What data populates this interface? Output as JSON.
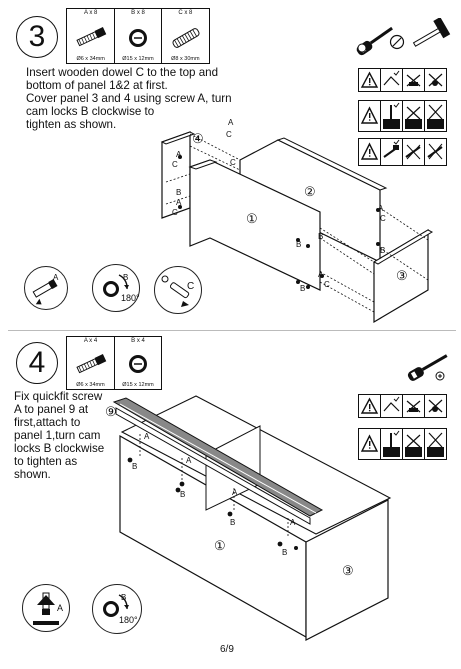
{
  "step3": {
    "number": "3",
    "parts": [
      {
        "label": "A x 8",
        "size": "Ø6 x 34mm",
        "icon": "dowel-screw-icon"
      },
      {
        "label": "B x 8",
        "size": "Ø15 x 12mm",
        "icon": "cam-lock-icon"
      },
      {
        "label": "C x 8",
        "size": "Ø8 x 30mm",
        "icon": "wooden-dowel-icon"
      }
    ],
    "instruction": "Insert wooden dowel C to the top and\nbottom of panel 1&2 at first.\nCover panel 3 and 4 using screw A, turn\ncam locks B clockwise to\ntighten as shown.",
    "panels": [
      "①",
      "②",
      "③",
      "④"
    ],
    "detail_labels": [
      "A",
      "B",
      "180°",
      "C"
    ],
    "callouts": [
      "A",
      "C",
      "C",
      "A",
      "C",
      "B",
      "A",
      "C",
      "B",
      "B",
      "A",
      "C",
      "B",
      "A",
      "C",
      "B"
    ]
  },
  "step4": {
    "number": "4",
    "parts": [
      {
        "label": "A x 4",
        "size": "Ø6 x 34mm",
        "icon": "dowel-screw-icon"
      },
      {
        "label": "B x 4",
        "size": "Ø15 x 12mm",
        "icon": "cam-lock-icon"
      }
    ],
    "instruction": "Fix quickfit screw\nA to panel 9 at\nfirst,attach to\npanel 1,turn cam\nlocks B clockwise\nto tighten as\nshown.",
    "panels": [
      "⑨",
      "①",
      "③"
    ],
    "detail_labels": [
      "A",
      "B",
      "180°"
    ],
    "callouts": [
      "A",
      "B",
      "A",
      "B",
      "A",
      "B",
      "A",
      "B",
      "A",
      "B"
    ]
  },
  "footer": {
    "page": "6/9"
  }
}
